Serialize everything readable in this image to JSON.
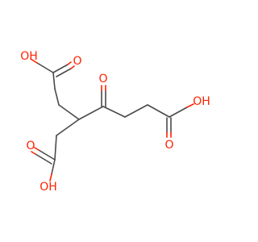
{
  "molecule": {
    "atoms": {
      "top_acid_oh": "OH",
      "top_acid_o": "O",
      "ketone_o": "O",
      "right_acid_oh": "OH",
      "right_acid_o": "O",
      "bottom_acid_o": "O",
      "bottom_acid_oh": "OH"
    }
  },
  "colors": {
    "carbon_bond": "#4a4a4a",
    "oxygen": "#ff2200",
    "background": "#ffffff"
  }
}
